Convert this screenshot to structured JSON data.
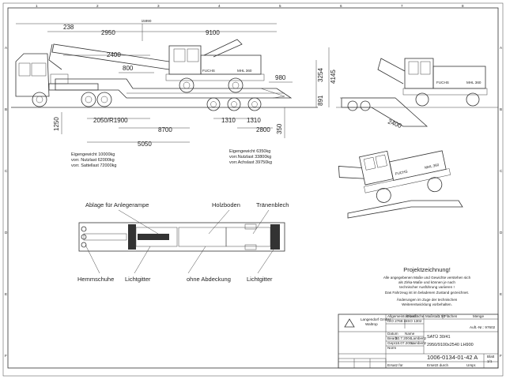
{
  "dimensions": {
    "top_total": "15990",
    "d238": "238",
    "d2950": "2950",
    "d9100": "9100",
    "d2400": "2400",
    "d800": "800",
    "d980": "980",
    "d3254": "3254",
    "d4145": "4145",
    "d891": "891",
    "d1250": "1250",
    "d2050": "2050/R1900",
    "d8700": "8700",
    "d5050": "5050",
    "d1310a": "1310",
    "d1310b": "1310",
    "d2800": "2800",
    "d350": "350",
    "d2400b": "2400"
  },
  "crane_brand": "FUCHS",
  "crane_model": "MHL 360",
  "weights_left": [
    "Eigengewicht 10000kg",
    "vorr. Nutzlast 62000kg",
    "vorr. Sattellast 72000kg"
  ],
  "weights_right": [
    "Eigengewicht 6350kg",
    "vorr.Nutzlast 33800kg",
    "vorr.Achslast 39750kg"
  ],
  "callouts": {
    "ablage": "Ablage für Anlegerampe",
    "holzboden": "Holzboden",
    "traenenblech": "Tränenblech",
    "hemmschuhe": "Hemmschuhe",
    "lichtgitter1": "Lichtgitter",
    "abdeckung": "ohne Abdeckung",
    "lichtgitter2": "Lichtgitter"
  },
  "note": {
    "title": "Projektzeichnung!",
    "lines": [
      "Alle angegebenen Maße und Gewichte verstehen sich",
      "als Zirka-Maße und können je nach",
      "technischer Ausführung variieren !",
      "Das Fahrzeug ist im beladenen Zustand gezeichnet.",
      "Änderungen im Zuge der technischen",
      "Weiterentwicklung vorbehalten."
    ]
  },
  "title_block": {
    "company": "Langendorf GmbH",
    "company_sub": "Waltrop",
    "gen_tol": "Allgemeintoleranz",
    "oberflaeche": "Oberfläche",
    "massstab_label": "Maßstab",
    "massstab": "1:50",
    "flaechen": "Flächen",
    "menge": "Menge",
    "bearb": "Bearb.",
    "gepr": "Gepr.",
    "norm": "Norm",
    "name_label": "Name",
    "datum_label": "Datum",
    "date1": "20.7.2004",
    "date2": "18.07.2004",
    "name1": "Lambertz",
    "name2": "Lambertz",
    "product": "SATÜ 30/41",
    "spec": "2950/9100x2540 LH900",
    "auftrag": "Auft.-Nr.: 97602",
    "drawing_no": "1006-0134-01-42 A",
    "blatt": "Blatt",
    "blatt_val": "1/1",
    "tol_val": "ISO 2768 m",
    "surface_val": "ISO 1302",
    "ersatz": "Ersatz für",
    "ersetzt": "Ersetzt durch",
    "urspr": "Urspr."
  },
  "border_letters": [
    "A",
    "B",
    "C",
    "D",
    "E",
    "F"
  ],
  "border_numbers": [
    "1",
    "2",
    "3",
    "4",
    "5",
    "6",
    "7",
    "8"
  ]
}
